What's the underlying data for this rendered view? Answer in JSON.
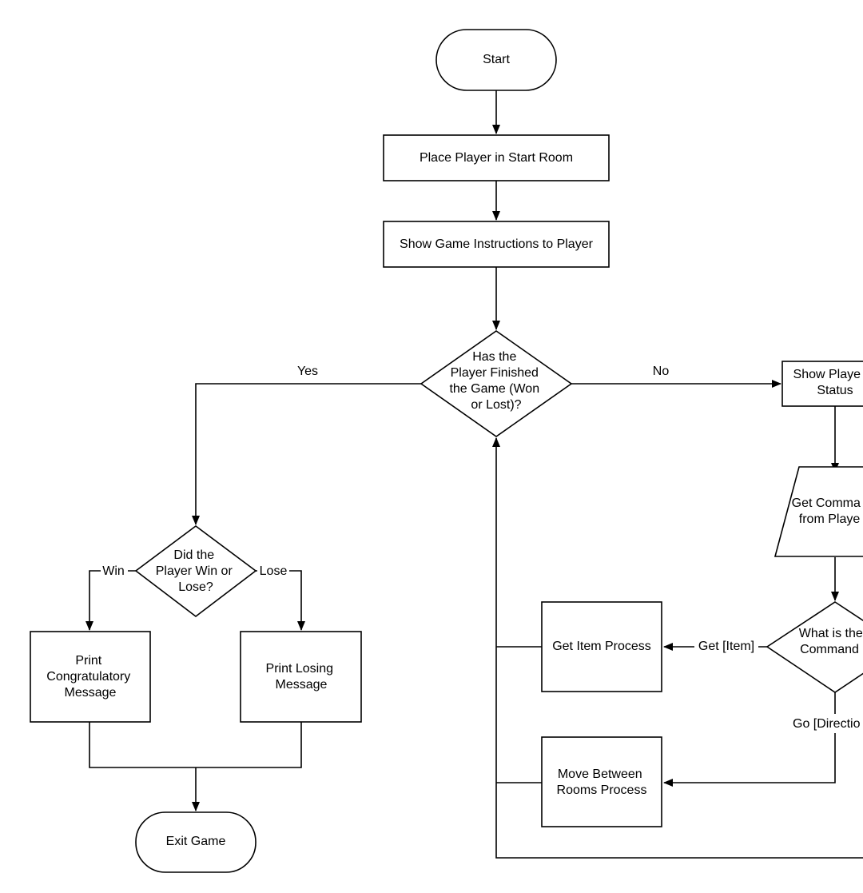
{
  "nodes": {
    "start": {
      "lines": [
        "Start"
      ]
    },
    "place_player": {
      "lines": [
        "Place Player in Start Room"
      ]
    },
    "show_instructions": {
      "lines": [
        "Show Game Instructions to Player"
      ]
    },
    "finished_decision": {
      "lines": [
        "Has the",
        "Player Finished",
        "the Game (Won",
        "or Lost)?"
      ]
    },
    "show_status": {
      "lines": [
        "Show Playe",
        "Status"
      ]
    },
    "get_command": {
      "lines": [
        "Get Comma",
        "from Playe"
      ]
    },
    "command_decision": {
      "lines": [
        "What is the",
        "Command"
      ]
    },
    "get_item_process": {
      "lines": [
        "Get Item Process"
      ]
    },
    "move_process": {
      "lines": [
        "Move Between",
        "Rooms Process"
      ]
    },
    "win_lose_decision": {
      "lines": [
        "Did the",
        "Player Win or",
        "Lose?"
      ]
    },
    "congrats": {
      "lines": [
        "Print",
        "Congratulatory",
        "Message"
      ]
    },
    "losing": {
      "lines": [
        "Print Losing",
        "Message"
      ]
    },
    "exit": {
      "lines": [
        "Exit Game"
      ]
    }
  },
  "edges": {
    "yes": "Yes",
    "no": "No",
    "win": "Win",
    "lose": "Lose",
    "get_item": "Get [Item]",
    "go_direction": "Go [Directio"
  }
}
